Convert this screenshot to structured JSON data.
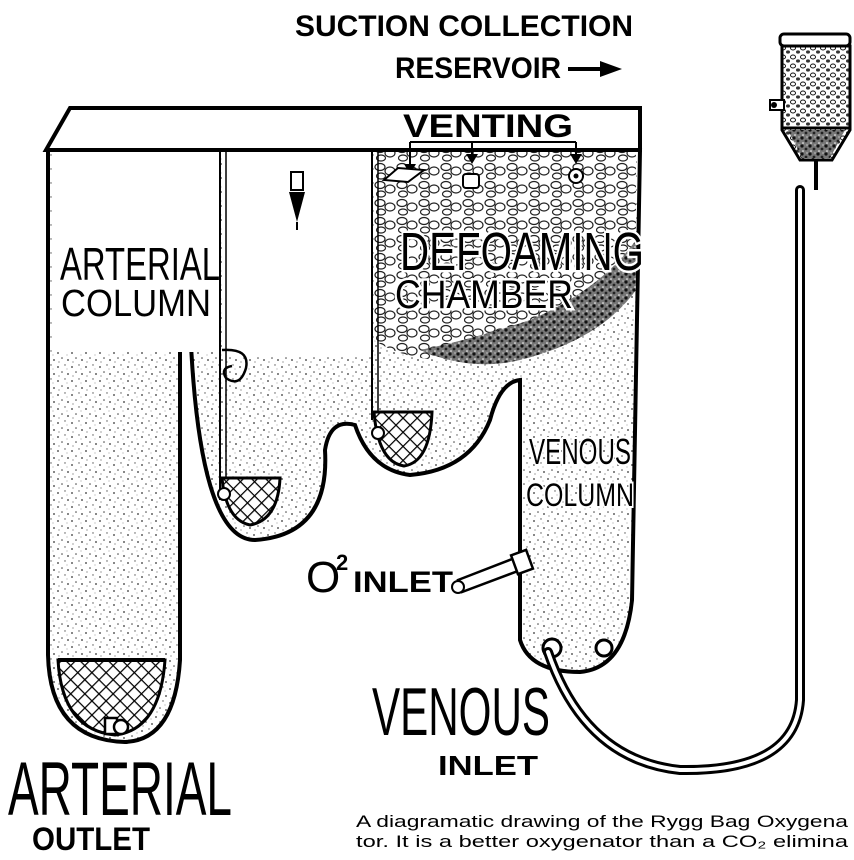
{
  "labels": {
    "suction_line1": "SUCTION COLLECTION",
    "suction_line2": "RESERVOIR",
    "venting": "VENTING",
    "arterial_column_1": "ARTERIAL",
    "arterial_column_2": "COLUMN",
    "defoaming_1": "DEFOAMING",
    "defoaming_2": "CHAMBER",
    "venous_column_1": "VENOUS",
    "venous_column_2": "COLUMN",
    "o2": "O",
    "o2_sup": "2",
    "o2_inlet": "INLET",
    "venous_inlet_1": "VENOUS",
    "venous_inlet_2": "INLET",
    "arterial_outlet_1": "ARTERIAL",
    "arterial_outlet_2": "OUTLET"
  },
  "caption": {
    "line1": "A diagramatic drawing of the Rygg Bag Oxygena",
    "line2": "tor. It is a better oxygenator than a CO₂ elimina"
  }
}
